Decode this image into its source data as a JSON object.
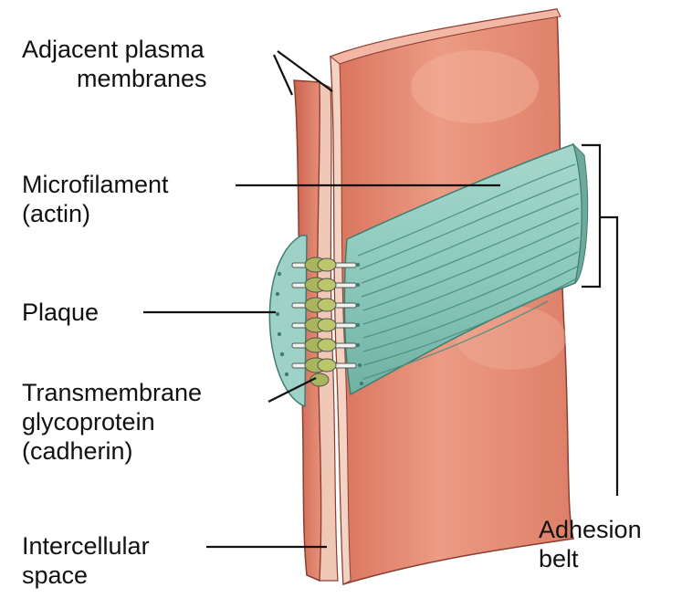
{
  "labels": {
    "adjacent_membranes": [
      "Adjacent plasma",
      "membranes"
    ],
    "microfilament": [
      "Microfilament",
      "(actin)"
    ],
    "plaque": [
      "Plaque"
    ],
    "transmembrane": [
      "Transmembrane",
      "glycoprotein",
      "(cadherin)"
    ],
    "intercellular": [
      "Intercellular",
      "space"
    ],
    "adhesion_belt": [
      "Adhesion",
      "belt"
    ]
  },
  "colors": {
    "cell": "#e38a72",
    "cell_dark": "#c9644f",
    "cell_light": "#f2b3a0",
    "actin": "#8fcabd",
    "actin_dark": "#5b9d90",
    "cadherin": "#a9b55a",
    "leader": "#111111"
  }
}
